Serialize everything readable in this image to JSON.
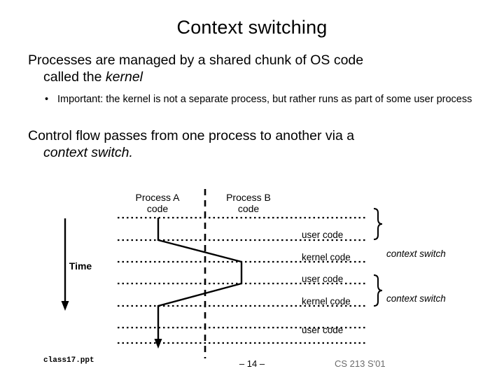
{
  "slide": {
    "title": "Context switching",
    "bullets": [
      {
        "level": 1,
        "line1": "Processes are managed by a shared chunk of OS code",
        "line2_prefix": "called the ",
        "line2_italic": "kernel"
      },
      {
        "level": 2,
        "marker": "•",
        "text": "Important: the kernel is not a separate process, but rather runs as part of some user process"
      },
      {
        "level": 1,
        "line1": "Control flow passes from one process to another via a",
        "line2_italic": "context switch."
      }
    ],
    "diagram": {
      "process_a_label_line1": "Process A",
      "process_a_label_line2": "code",
      "process_b_label_line1": "Process B",
      "process_b_label_line2": "code",
      "time_label": "Time",
      "code_labels": [
        "user code",
        "kernel code",
        "user code",
        "kernel code",
        "user code"
      ],
      "context_switch_labels": [
        "context switch",
        "context switch"
      ]
    },
    "footer": {
      "file": "class17.ppt",
      "page": "– 14 –",
      "course": "CS 213 S'01"
    }
  }
}
